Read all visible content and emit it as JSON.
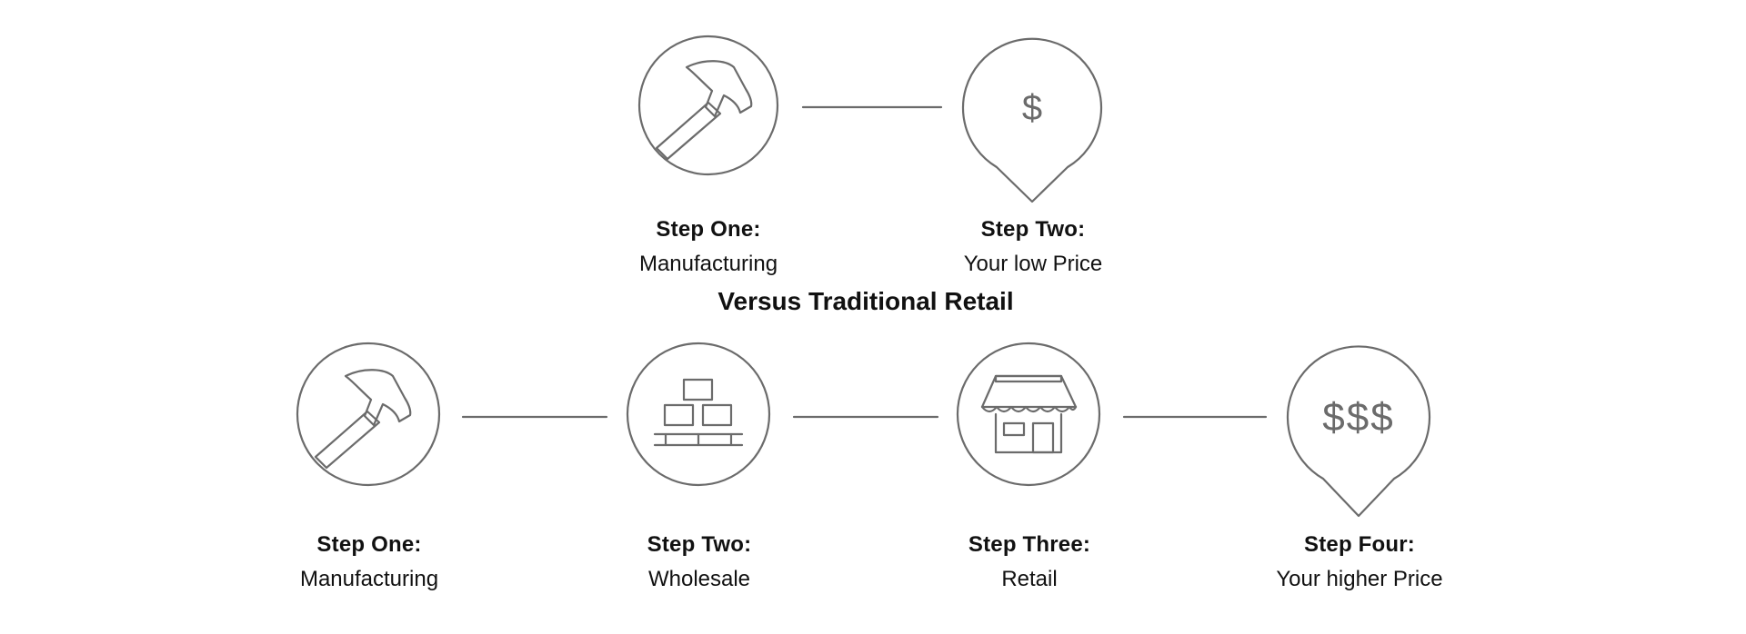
{
  "top_flow": {
    "steps": [
      {
        "icon": "hammer-icon",
        "title": "Step One:",
        "subtitle": "Manufacturing"
      },
      {
        "icon": "price-pin-icon",
        "title": "Step Two:",
        "subtitle": "Your low Price",
        "symbol": "$"
      }
    ]
  },
  "divider_heading": "Versus Traditional Retail",
  "bottom_flow": {
    "steps": [
      {
        "icon": "hammer-icon",
        "title": "Step One:",
        "subtitle": "Manufacturing"
      },
      {
        "icon": "boxes-pallet-icon",
        "title": "Step Two:",
        "subtitle": "Wholesale"
      },
      {
        "icon": "storefront-icon",
        "title": "Step Three:",
        "subtitle": "Retail"
      },
      {
        "icon": "price-pin-icon",
        "title": "Step Four:",
        "subtitle": "Your higher Price",
        "symbol": "$$$"
      }
    ]
  },
  "colors": {
    "stroke": "#6b6b6b",
    "text": "#111111",
    "background": "#ffffff"
  }
}
